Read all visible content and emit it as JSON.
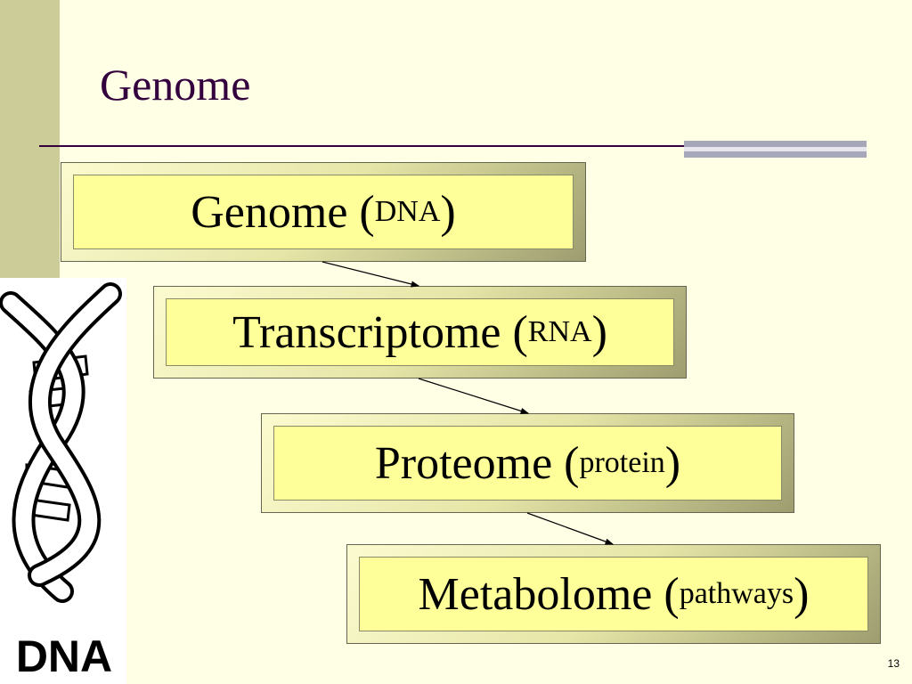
{
  "slide": {
    "title": "Genome",
    "number": "13",
    "logo_text": "DNA"
  },
  "diagram": {
    "boxes": [
      {
        "main": "Genome (",
        "sub": "DNA",
        "close": ")"
      },
      {
        "main": "Transcriptome (",
        "sub": "RNA",
        "close": ")"
      },
      {
        "main": "Proteome (",
        "sub": "protein",
        "close": ")"
      },
      {
        "main": "Metabolome (",
        "sub": "pathways",
        "close": ")"
      }
    ]
  },
  "colors": {
    "background": "#ffffe6",
    "sidebar": "#cccc99",
    "title": "#33003d",
    "box_fill": "#ffff99"
  }
}
